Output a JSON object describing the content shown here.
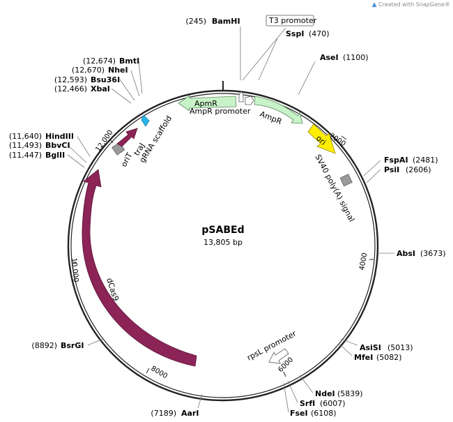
{
  "credit": {
    "text": "Created with SnapGene®"
  },
  "plasmid": {
    "name": "pSABEd",
    "size": "13,805 bp"
  },
  "ticks": [
    "2000",
    "4000",
    "6000",
    "8000",
    "10,000",
    "12,000"
  ],
  "enzymes": [
    {
      "name": "BamHI",
      "pos": "(245)"
    },
    {
      "name": "SspI",
      "pos": "(470)"
    },
    {
      "name": "AseI",
      "pos": "(1100)"
    },
    {
      "name": "FspAI",
      "pos": "(2481)"
    },
    {
      "name": "PsiI",
      "pos": "(2606)"
    },
    {
      "name": "AbsI",
      "pos": "(3673)"
    },
    {
      "name": "AsiSI",
      "pos": "(5013)"
    },
    {
      "name": "MfeI",
      "pos": "(5082)"
    },
    {
      "name": "NdeI",
      "pos": "(5839)"
    },
    {
      "name": "SrfI",
      "pos": "(6007)"
    },
    {
      "name": "FseI",
      "pos": "(6108)"
    },
    {
      "name": "AarI",
      "pos": "(7189)"
    },
    {
      "name": "BsrGI",
      "pos": "(8892)"
    },
    {
      "name": "BglII",
      "pos": "(11,447)"
    },
    {
      "name": "BbvCI",
      "pos": "(11,493)"
    },
    {
      "name": "HindIII",
      "pos": "(11,640)"
    },
    {
      "name": "XbaI",
      "pos": "(12,466)"
    },
    {
      "name": "Bsu36I",
      "pos": "(12,593)"
    },
    {
      "name": "NheI",
      "pos": "(12,670)"
    },
    {
      "name": "BmtI",
      "pos": "(12,674)"
    }
  ],
  "features": {
    "t3_promoter": "T3 promoter",
    "apmr": "ApmR",
    "ampr_promoter": "AmpR promoter",
    "ampr": "AmpR",
    "ori": "ori",
    "sv40": "SV40 poly(A) signal",
    "rpsl_promoter": "rpsL promoter",
    "dcas9": "dCas9",
    "orit": "oriT",
    "traj": "traJ",
    "grna": "gRNA scaffold"
  },
  "colors": {
    "backbone": "#222222",
    "apmr": "#c8f2c8",
    "ampr": "#c8f2c8",
    "ori": "#ffee00",
    "dcas9": "#8c2457",
    "orit": "#999999",
    "traj": "#8c2457",
    "grna": "#29b6e8",
    "sv40": "#999999",
    "promoter": "#ffffff"
  }
}
